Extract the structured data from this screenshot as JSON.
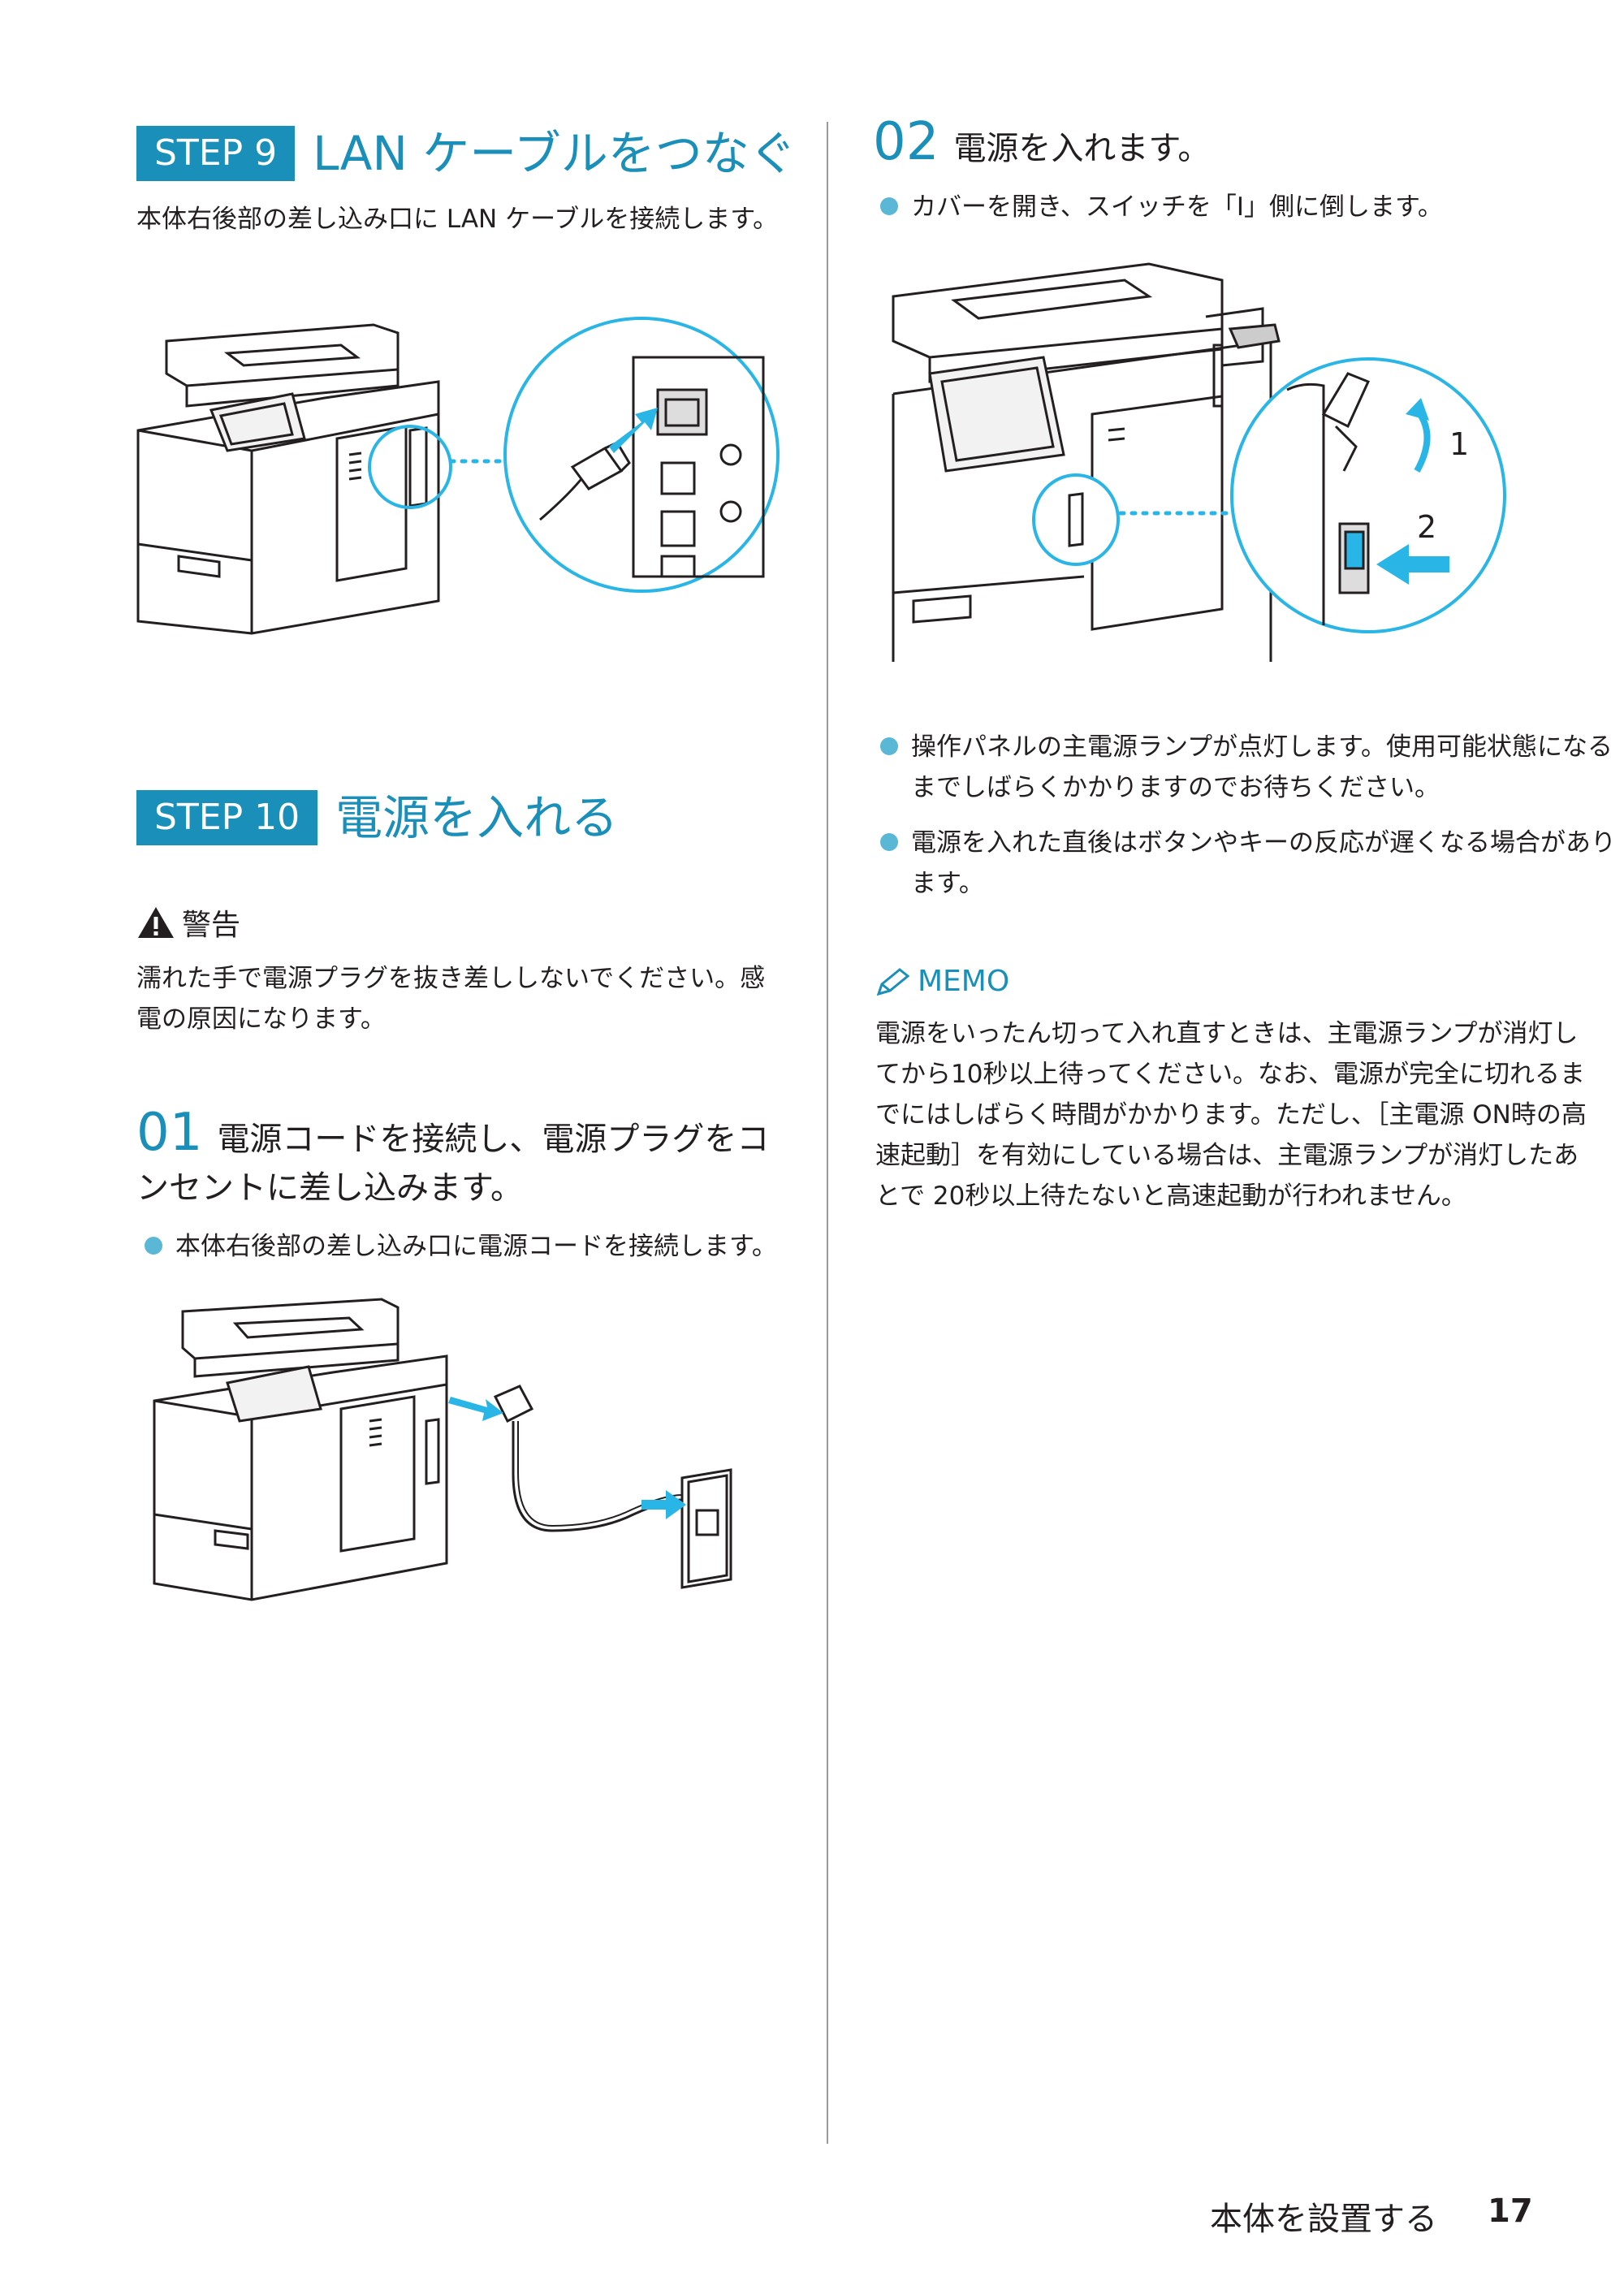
{
  "step9": {
    "badge": "STEP 9",
    "title": "LAN ケーブルをつなぐ",
    "description": "本体右後部の差し込み口に LAN ケーブルを接続します。"
  },
  "step10": {
    "badge": "STEP 10",
    "title": "電源を入れる",
    "warning_label": "警告",
    "warning_text": "濡れた手で電源プラグを抜き差ししないでください。感電の原因になります。"
  },
  "sub01": {
    "number": "01",
    "title": "電源コードを接続し、電源プラグをコンセントに差し込みます。",
    "bullet": "本体右後部の差し込み口に電源コードを接続します。"
  },
  "sub02": {
    "number": "02",
    "title": "電源を入れます。",
    "bullet": "カバーを開き、スイッチを「I」側に倒します。",
    "callout_1": "1",
    "callout_2": "2",
    "notes": [
      "操作パネルの主電源ランプが点灯します。使用可能状態になるまでしばらくかかりますのでお待ちください。",
      "電源を入れた直後はボタンやキーの反応が遅くなる場合があります。"
    ]
  },
  "memo": {
    "label": "MEMO",
    "text": "電源をいったん切って入れ直すときは、主電源ランプが消灯してから10秒以上待ってください。なお、電源が完全に切れるまでにはしばらく時間がかかります。ただし、［主電源 ON時の高速起動］を有効にしている場合は、主電源ランプが消灯したあとで 20秒以上待たないと高速起動が行われません。"
  },
  "footer": {
    "section": "本体を設置する",
    "page": "17"
  },
  "colors": {
    "accent": "#1a8fb9",
    "bullet": "#5ab8d6",
    "arrow": "#29b6e6"
  }
}
